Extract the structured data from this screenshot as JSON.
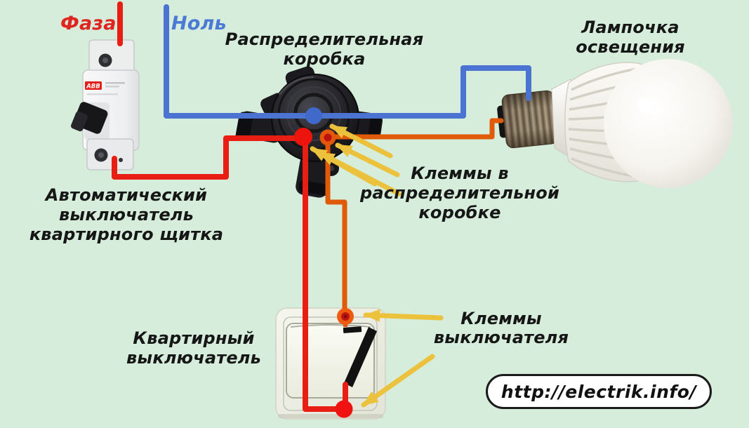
{
  "colors": {
    "background": "#d5edda",
    "phase_wire": "#e81d13",
    "neutral_wire": "#4b73d2",
    "switched_wire": "#e05a0a",
    "arrow": "#ecc13c",
    "label_text": "#161616",
    "phase_text": "#e02420",
    "neutral_text": "#4b79d6"
  },
  "labels": {
    "phase": "Фаза",
    "neutral": "Ноль",
    "junction_box": "Распределительная\nкоробка",
    "lamp": "Лампочка\nосвещения",
    "junction_terminals": "Клеммы в\nраспределительной\nкоробке",
    "breaker": "Автоматический\nвыключатель\nквартирного щитка",
    "switch": "Квартирный\nвыключатель",
    "switch_terminals": "Клеммы\nвыключателя",
    "breaker_brand": "ABB",
    "website": "http://electrik.info/"
  }
}
